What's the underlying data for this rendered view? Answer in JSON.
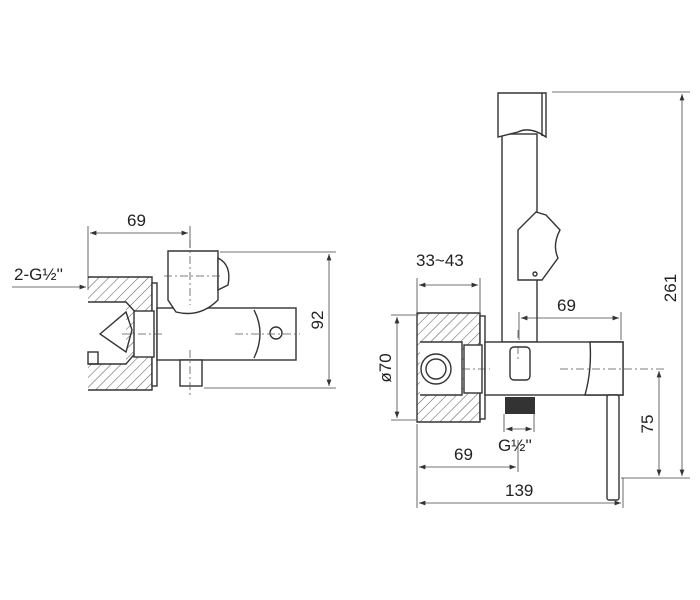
{
  "side_view": {
    "dim_width": "69",
    "dim_height": "92",
    "thread_label": "2-G½''"
  },
  "front_view": {
    "dim_wall_depth": "33~43",
    "dim_diameter": "ø70",
    "dim_upper_width": "69",
    "dim_lower_width": "69",
    "dim_total_width": "139",
    "dim_total_height": "261",
    "dim_lever_height": "75",
    "thread_label": "G½''"
  },
  "colors": {
    "line": "#333333",
    "background": "#ffffff"
  }
}
